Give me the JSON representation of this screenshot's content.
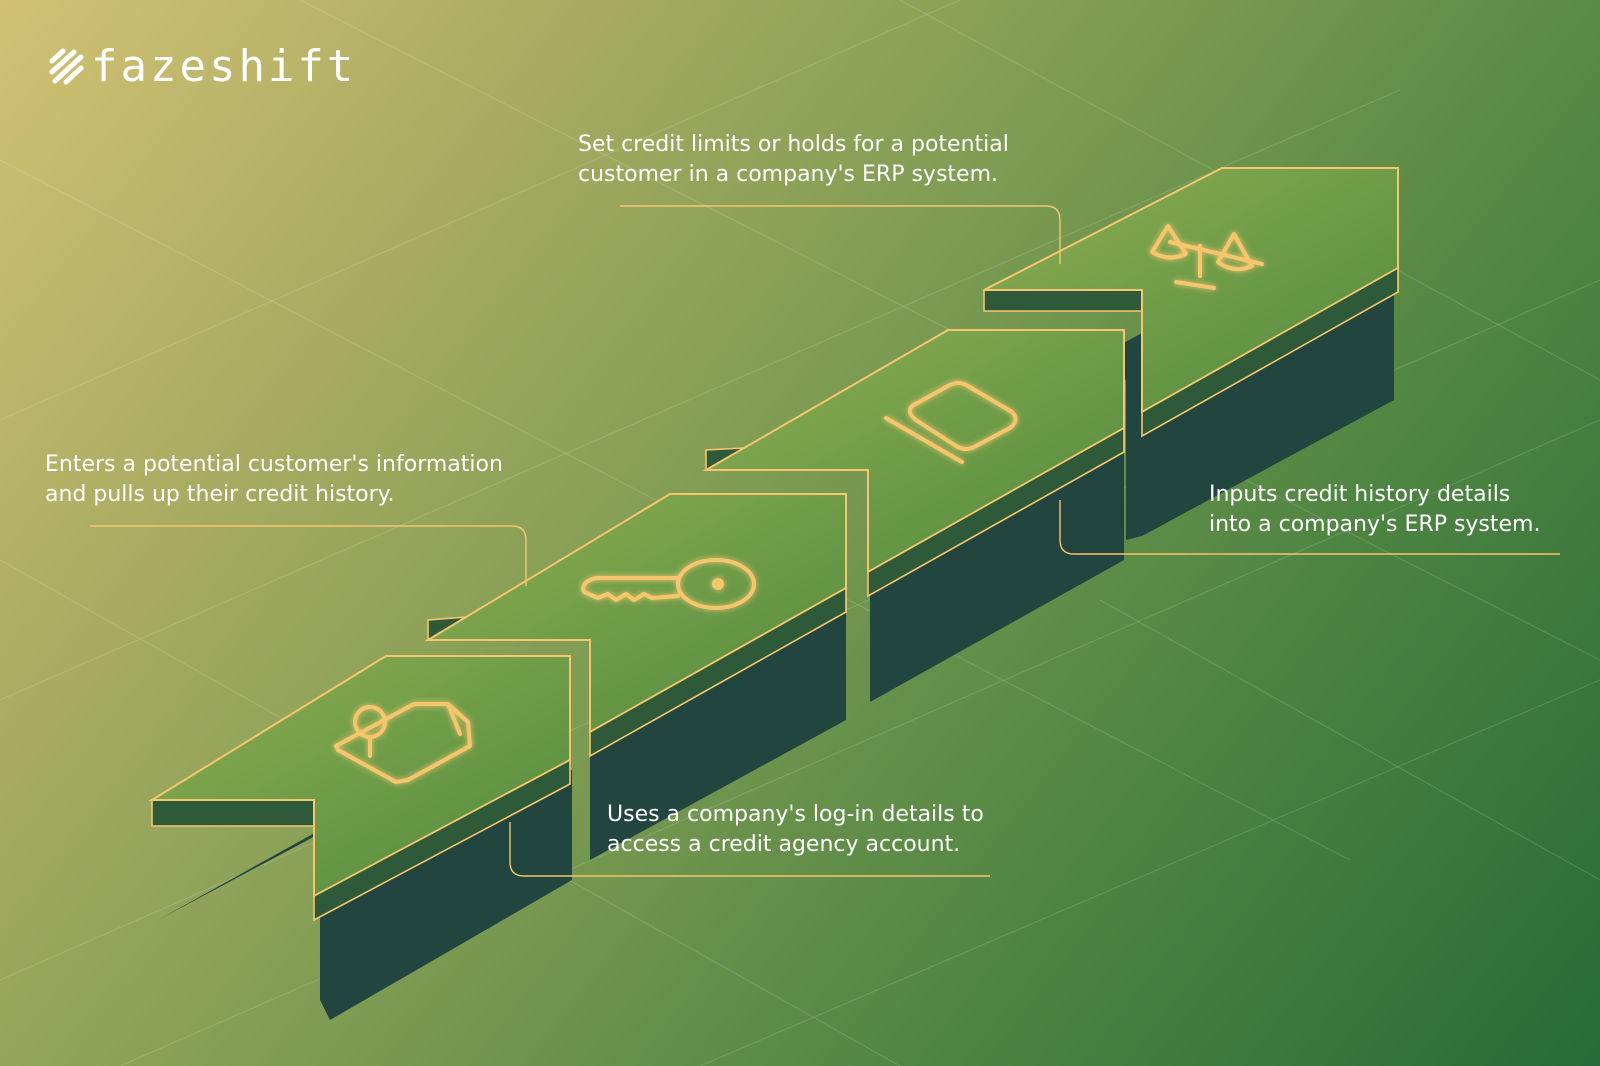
{
  "brand": {
    "name": "fazeshift"
  },
  "colors": {
    "accent": "#f6c66e",
    "step_top": "#7fa14b",
    "step_side": "#22453f",
    "text": "#ffffff"
  },
  "steps": [
    {
      "icon": "folder-key-icon",
      "caption_lines": [
        "Uses a company's log-in details to",
        "access a credit agency account."
      ]
    },
    {
      "icon": "key-icon",
      "caption_lines": [
        "Enters a potential customer's information",
        "and pulls up their credit history."
      ]
    },
    {
      "icon": "tablet-icon",
      "caption_lines": [
        "Inputs credit history details",
        "into a company's ERP system."
      ]
    },
    {
      "icon": "scales-icon",
      "caption_lines": [
        "Set credit limits or holds for a potential",
        "customer in a company's ERP system."
      ]
    }
  ]
}
